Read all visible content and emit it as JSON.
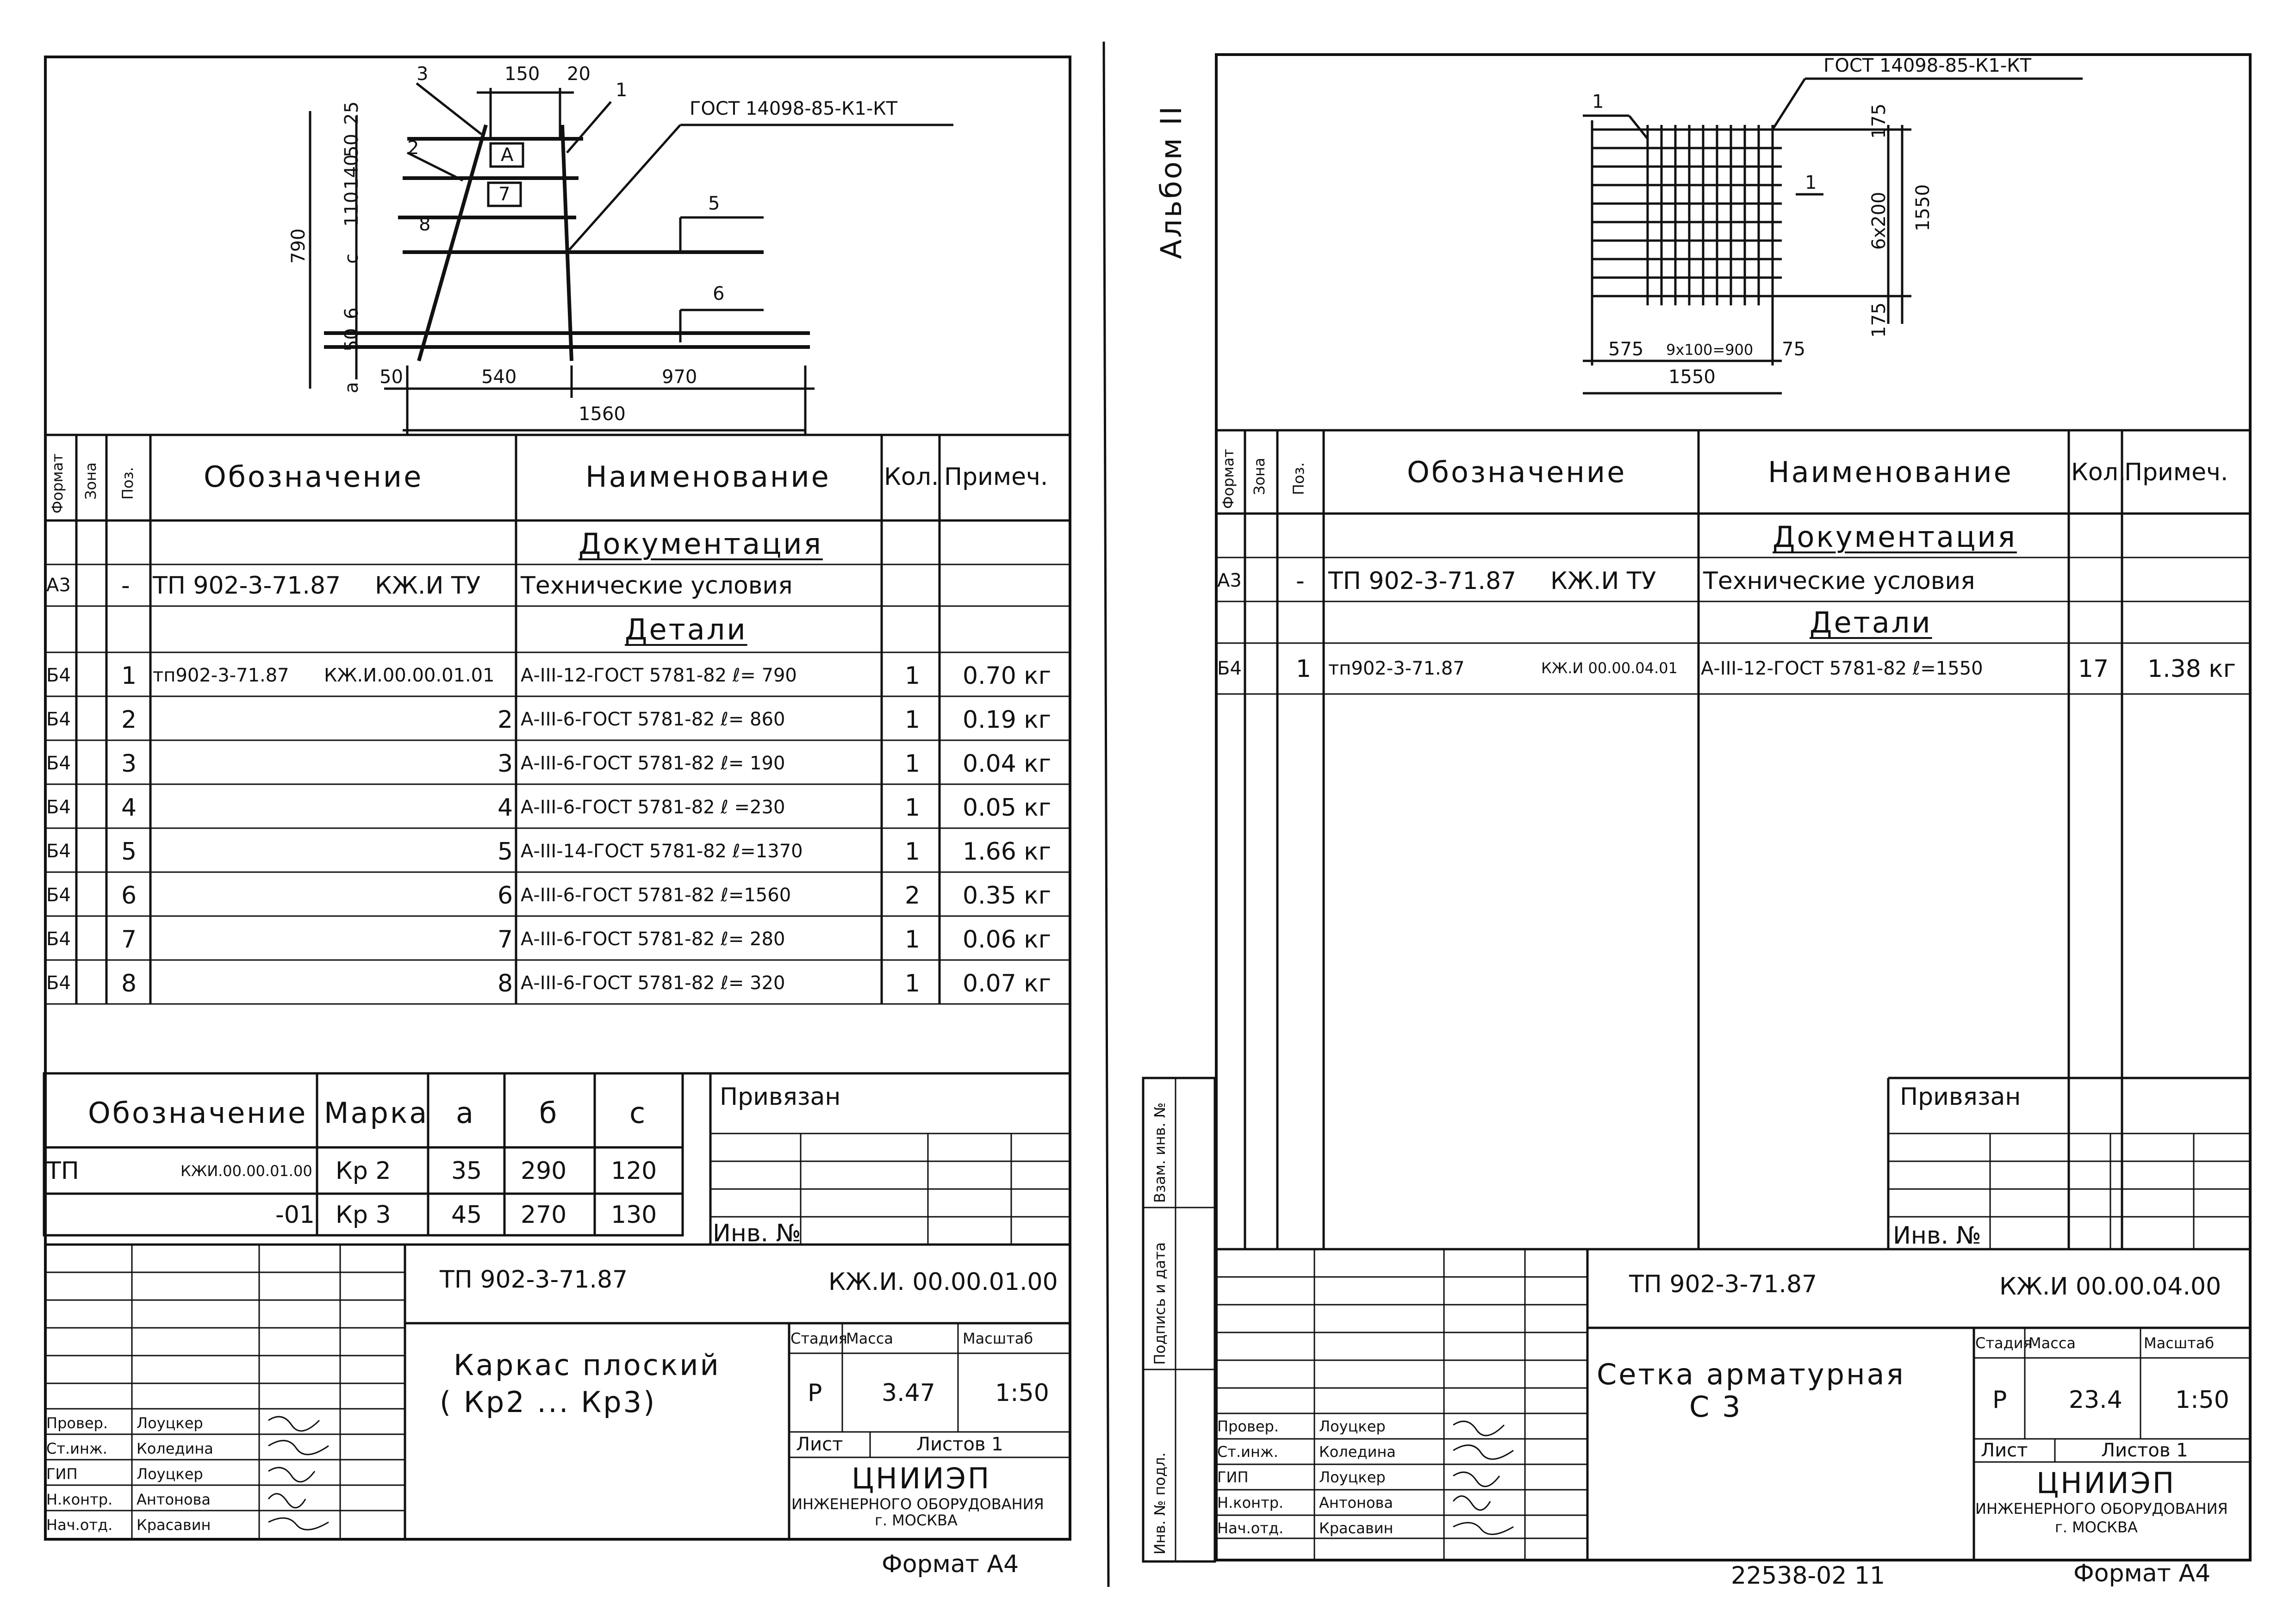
{
  "left": {
    "drawing": {
      "gost": "ГОСТ 14098-85-К1-КТ",
      "dims": [
        "150",
        "20",
        "25",
        "50",
        "140",
        "110",
        "790",
        "6",
        "с",
        "50",
        "а",
        "50",
        "540",
        "970",
        "1560"
      ],
      "pos": [
        "3",
        "1",
        "2",
        "5",
        "6",
        "8"
      ],
      "boxes": [
        "А",
        "7"
      ]
    },
    "spec": {
      "col_format": "Формат",
      "col_zone": "Зона",
      "col_pos": "Поз.",
      "col_designation": "Обозначение",
      "col_name": "Наименование",
      "col_qty": "Кол.",
      "col_note": "Примеч.",
      "section_docs": "Документация",
      "section_details": "Детали",
      "rows": [
        {
          "fmt": "А3",
          "pos": "-",
          "des_a": "ТП 902-3-71.87",
          "des_b": "КЖ.И ТУ",
          "name": "Технические условия",
          "qty": "",
          "note": ""
        },
        {
          "fmt": "Б4",
          "pos": "1",
          "des_a": "тп902-3-71.87",
          "des_b": "КЖ.И.00.00.01.01",
          "name": "А-III-12-ГОСТ 5781-82  ℓ= 790",
          "qty": "1",
          "note": "0.70 кг"
        },
        {
          "fmt": "Б4",
          "pos": "2",
          "des_a": "",
          "des_b": "2",
          "name": "А-III-6-ГОСТ 5781-82  ℓ= 860",
          "qty": "1",
          "note": "0.19 кг"
        },
        {
          "fmt": "Б4",
          "pos": "3",
          "des_a": "",
          "des_b": "3",
          "name": "А-III-6-ГОСТ 5781-82  ℓ= 190",
          "qty": "1",
          "note": "0.04 кг"
        },
        {
          "fmt": "Б4",
          "pos": "4",
          "des_a": "",
          "des_b": "4",
          "name": "А-III-6-ГОСТ 5781-82  ℓ =230",
          "qty": "1",
          "note": "0.05 кг"
        },
        {
          "fmt": "Б4",
          "pos": "5",
          "des_a": "",
          "des_b": "5",
          "name": "А-III-14-ГОСТ 5781-82  ℓ=1370",
          "qty": "1",
          "note": "1.66 кг"
        },
        {
          "fmt": "Б4",
          "pos": "6",
          "des_a": "",
          "des_b": "6",
          "name": "А-III-6-ГОСТ 5781-82  ℓ=1560",
          "qty": "2",
          "note": "0.35 кг"
        },
        {
          "fmt": "Б4",
          "pos": "7",
          "des_a": "",
          "des_b": "7",
          "name": "А-III-6-ГОСТ 5781-82  ℓ= 280",
          "qty": "1",
          "note": "0.06 кг"
        },
        {
          "fmt": "Б4",
          "pos": "8",
          "des_a": "",
          "des_b": "8",
          "name": "А-III-6-ГОСТ 5781-82  ℓ= 320",
          "qty": "1",
          "note": "0.07 кг"
        }
      ]
    },
    "marks": {
      "col_designation": "Обозначение",
      "col_mark": "Марка",
      "col_a": "а",
      "col_b": "б",
      "col_c": "с",
      "rows": [
        {
          "des_a": "ТП",
          "des_b": "КЖИ.00.00.01.00",
          "mark": "Кр 2",
          "a": "35",
          "b": "290",
          "c": "120"
        },
        {
          "des_a": "",
          "des_b": "-01",
          "mark": "Кр 3",
          "a": "45",
          "b": "270",
          "c": "130"
        }
      ]
    },
    "privyazan": "Привязан",
    "inv_no": "Инв. №",
    "title": {
      "code": "ТП 902-3-71.87",
      "doc": "КЖ.И. 00.00.01.00",
      "name1": "Каркас  плоский",
      "name2": "( Кр2 ...  Кр3)",
      "stage_label": "Стадия",
      "mass_label": "Масса",
      "scale_label": "Масштаб",
      "stage": "Р",
      "mass": "3.47",
      "scale": "1:50",
      "sheet_label": "Лист",
      "sheets_label": "Листов 1",
      "org1": "ЦНИИЭП",
      "org2": "ИНЖЕНЕРНОГО ОБОРУДОВАНИЯ",
      "org3": "г. МОСКВА",
      "format": "Формат А4"
    },
    "signers": [
      {
        "role": "Провер.",
        "name": "Лоуцкер"
      },
      {
        "role": "Ст.инж.",
        "name": "Коледина"
      },
      {
        "role": "ГИП",
        "name": "Лоуцкер"
      },
      {
        "role": "Н.контр.",
        "name": "Антонова"
      },
      {
        "role": "Нач.отд.",
        "name": "Красавин"
      }
    ]
  },
  "right": {
    "album": "Альбом II",
    "drawing": {
      "gost": "ГОСТ 14098-85-К1-КТ",
      "dims": [
        "175",
        "6х200",
        "1550",
        "175",
        "575",
        "9х100=900",
        "75",
        "1550"
      ],
      "pos": [
        "1",
        "1"
      ]
    },
    "spec": {
      "col_format": "Формат",
      "col_zone": "Зона",
      "col_pos": "Поз.",
      "col_designation": "Обозначение",
      "col_name": "Наименование",
      "col_qty": "Кол.",
      "col_note": "Примеч.",
      "section_docs": "Документация",
      "section_details": "Детали",
      "rows": [
        {
          "fmt": "А3",
          "pos": "-",
          "des_a": "ТП 902-3-71.87",
          "des_b": "КЖ.И ТУ",
          "name": "Технические условия",
          "qty": "",
          "note": ""
        },
        {
          "fmt": "Б4",
          "pos": "1",
          "des_a": "тп902-3-71.87",
          "des_b": "КЖ.И 00.00.04.01",
          "name": "А-III-12-ГОСТ 5781-82  ℓ=1550",
          "qty": "17",
          "note": "1.38 кг"
        }
      ]
    },
    "privyazan": "Привязан",
    "inv_no": "Инв. №",
    "side_stamps": [
      "Инв. № подл.",
      "Подпись и дата",
      "Взам. инв. №"
    ],
    "title": {
      "code": "ТП 902-3-71.87",
      "doc": "КЖ.И 00.00.04.00",
      "name1": "Сетка  арматурная",
      "name2": "С 3",
      "stage_label": "Стадия",
      "mass_label": "Масса",
      "scale_label": "Масштаб",
      "stage": "Р",
      "mass": "23.4",
      "scale": "1:50",
      "sheet_label": "Лист",
      "sheets_label": "Листов 1",
      "org1": "ЦНИИЭП",
      "org2": "ИНЖЕНЕРНОГО ОБОРУДОВАНИЯ",
      "org3": "г. МОСКВА",
      "format": "Формат А4",
      "bottom_code": "22538-02   11"
    },
    "signers": [
      {
        "role": "Провер.",
        "name": "Лоуцкер"
      },
      {
        "role": "Ст.инж.",
        "name": "Коледина"
      },
      {
        "role": "ГИП",
        "name": "Лоуцкер"
      },
      {
        "role": "Н.контр.",
        "name": "Антонова"
      },
      {
        "role": "Нач.отд.",
        "name": "Красавин"
      }
    ]
  }
}
